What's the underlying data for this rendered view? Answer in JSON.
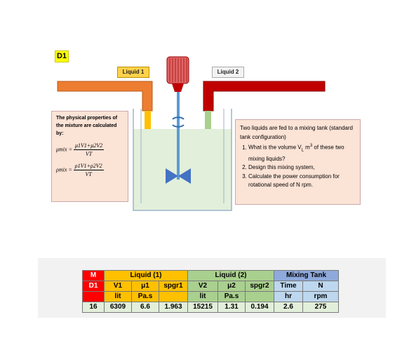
{
  "badge": "D1",
  "labels": {
    "liquid1": "Liquid 1",
    "liquid2": "Liquid 2"
  },
  "properties": {
    "heading": "The physical properties of the mixture are calculated by:",
    "mu_lhs": "μmix =",
    "mu_num": "μ1V1+μ2V2",
    "mu_den": "VT",
    "rho_lhs": "ρmix =",
    "rho_num": "ρ1V1+ρ2V2",
    "rho_den": "VT"
  },
  "task": {
    "intro": "Two liquids are fed to a mixing tank (standard tank configuration)",
    "items": [
      "What is the volume V",
      "Design this mixing system,",
      "Calculate the power consumption for rotational speed of N rpm."
    ],
    "item1_sub": "L",
    "item1_rest": " m",
    "item1_sup": "3",
    "item1_tail": " of these two mixing liquids?"
  },
  "table": {
    "group_headers": {
      "m": "M",
      "liquid1": "Liquid (1)",
      "liquid2": "Liquid (2)",
      "tank": "Mixing Tank"
    },
    "col_headers": [
      "D1",
      "V1",
      "μ1",
      "spgr1",
      "V2",
      "μ2",
      "spgr2",
      "Time",
      "N"
    ],
    "units": [
      "lit",
      "Pa.s",
      "lit",
      "Pa.s",
      "hr",
      "rpm"
    ],
    "row": [
      "16",
      "6309",
      "6.6",
      "1.963",
      "15215",
      "1.31",
      "0.194",
      "2.6",
      "275"
    ]
  },
  "colors": {
    "pipe1": "#ed7d31",
    "pipe2": "#c00000",
    "motor": "#c00000",
    "tank_fluid": "#e2efda",
    "impeller": "#4472c4"
  }
}
